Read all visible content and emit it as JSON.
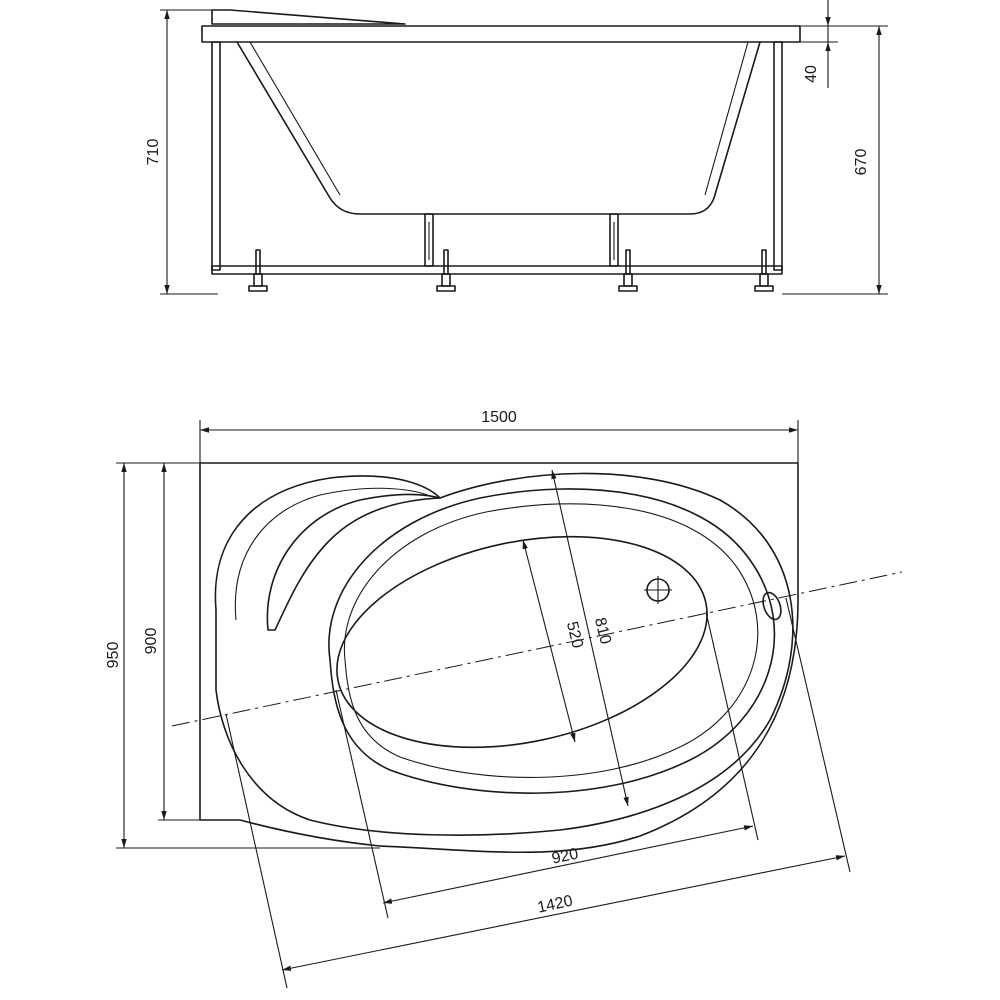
{
  "side_view": {
    "dimensions": {
      "total_height": "710",
      "tub_height": "670",
      "rim_thickness": "40"
    }
  },
  "top_view": {
    "dimensions": {
      "length": "1500",
      "width": "950",
      "side_width": "900",
      "inner_width": "520",
      "bowl_width": "810",
      "inner_length": "920",
      "diagonal_length": "1420"
    }
  }
}
